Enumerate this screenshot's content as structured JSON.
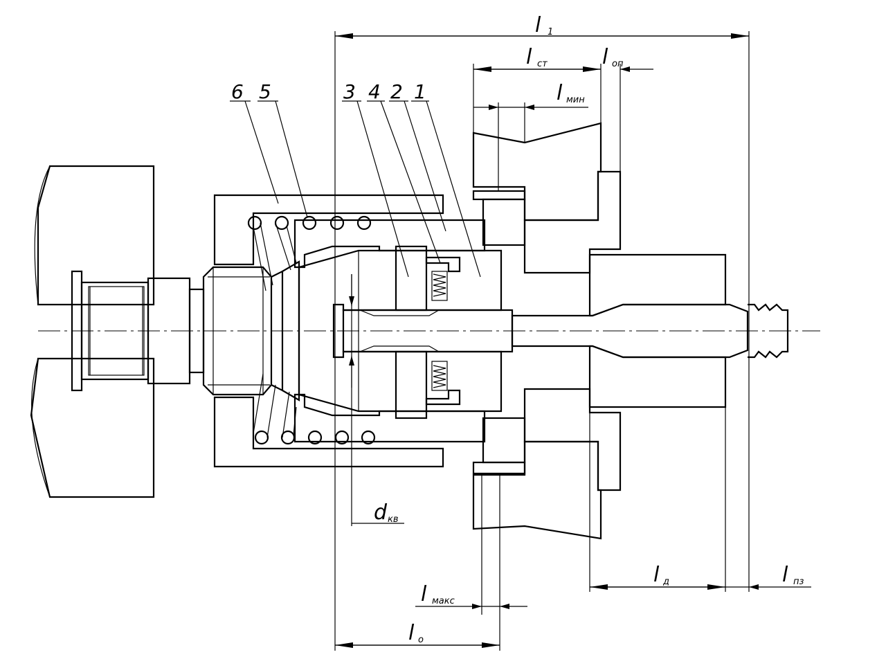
{
  "dimensions": {
    "l1": {
      "main": "l",
      "sub": "1"
    },
    "lst": {
      "main": "l",
      "sub": "ст"
    },
    "lop": {
      "main": "l",
      "sub": "оп"
    },
    "lmin": {
      "main": "l",
      "sub": "мин"
    },
    "dkv": {
      "main": "d",
      "sub": "кв"
    },
    "lmaks": {
      "main": "l",
      "sub": "макс"
    },
    "l0": {
      "main": "l",
      "sub": "о"
    },
    "ld": {
      "main": "l",
      "sub": "д"
    },
    "lpz": {
      "main": "l",
      "sub": "пз"
    }
  },
  "callouts": {
    "p6": "6",
    "p5": "5",
    "p3": "3",
    "p4": "4",
    "p2": "2",
    "p1": "1"
  }
}
